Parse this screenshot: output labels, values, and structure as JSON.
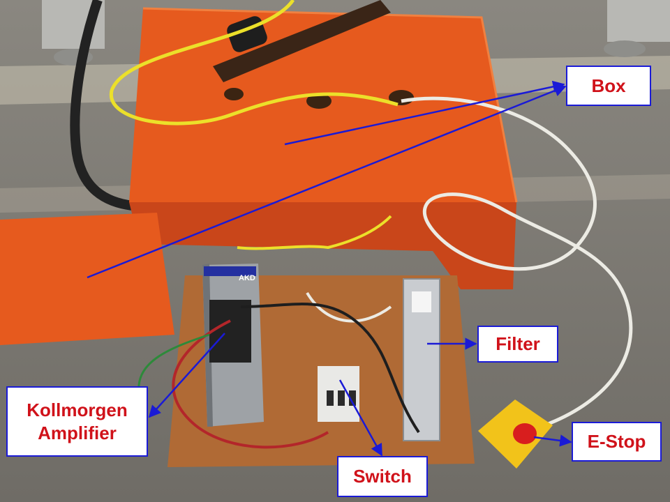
{
  "labels": {
    "box": "Box",
    "filter": "Filter",
    "kollmorgen_line1": "Kollmorgen",
    "kollmorgen_line2": "Amplifier",
    "switch": "Switch",
    "estop": "E-Stop"
  },
  "amplifier_brand": "AKD",
  "colors": {
    "label_text": "#d0121a",
    "label_border": "#1a1ad6",
    "arrow": "#1a1ad6",
    "box_orange": "#e65a1e"
  }
}
